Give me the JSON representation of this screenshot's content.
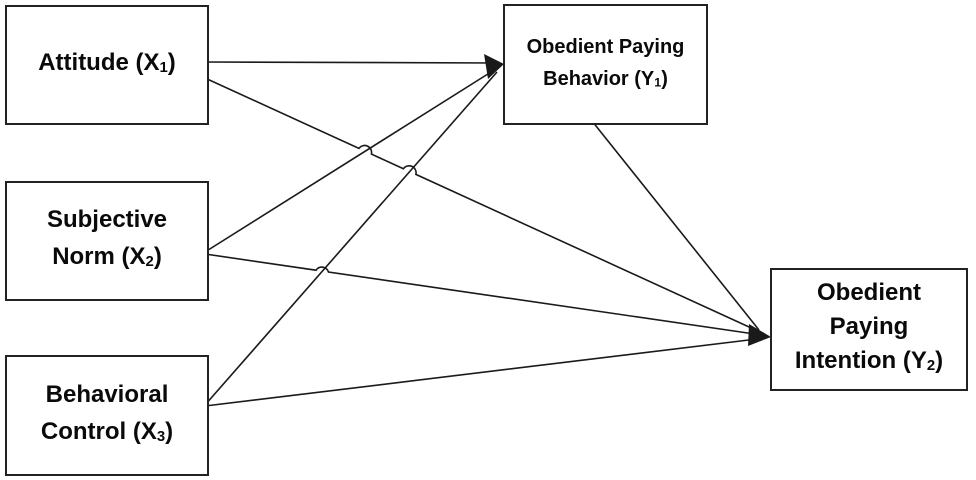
{
  "colors": {
    "background": "#ffffff",
    "box_fill": "#ffffff",
    "box_border": "#222222",
    "line": "#1a1a1a",
    "text": "#0a0a0a"
  },
  "boxes": {
    "attitude": {
      "line1_pre": "Attitude (X",
      "line1_sub": "1",
      "line1_post": ")"
    },
    "subjective_norm": {
      "line1": "Subjective",
      "line2_pre": "Norm (X",
      "line2_sub": "2",
      "line2_post": ")"
    },
    "behavioral_control": {
      "line1": "Behavioral",
      "line2_pre": "Control (X",
      "line2_sub": "3",
      "line2_post": ")"
    },
    "obedient_paying_behavior": {
      "line1": "Obedient Paying",
      "line2_pre": "Behavior (Y",
      "line2_sub": "1",
      "line2_post": ")"
    },
    "obedient_paying_intention": {
      "line1": "Obedient",
      "line2": "Paying",
      "line3_pre": "Intention (Y",
      "line3_sub": "2",
      "line3_post": ")"
    }
  },
  "edges": [
    {
      "from": "Attitude (X1)",
      "to": "Obedient Paying Behavior (Y1)"
    },
    {
      "from": "Attitude (X1)",
      "to": "Obedient Paying Intention (Y2)"
    },
    {
      "from": "Subjective Norm (X2)",
      "to": "Obedient Paying Behavior (Y1)"
    },
    {
      "from": "Subjective Norm (X2)",
      "to": "Obedient Paying Intention (Y2)"
    },
    {
      "from": "Behavioral Control (X3)",
      "to": "Obedient Paying Behavior (Y1)"
    },
    {
      "from": "Behavioral Control (X3)",
      "to": "Obedient Paying Intention (Y2)"
    },
    {
      "from": "Obedient Paying Behavior (Y1)",
      "to": "Obedient Paying Intention (Y2)"
    }
  ]
}
